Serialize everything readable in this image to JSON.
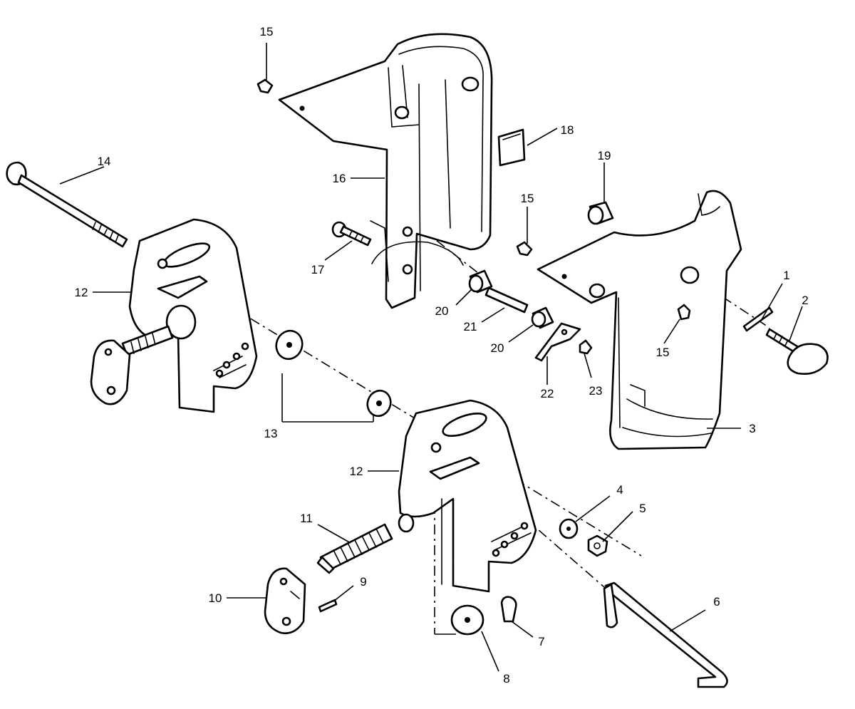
{
  "diagram": {
    "callouts": [
      "1",
      "2",
      "3",
      "4",
      "5",
      "6",
      "7",
      "8",
      "9",
      "10",
      "11",
      "12",
      "12",
      "13",
      "14",
      "15",
      "15",
      "15",
      "16",
      "17",
      "18",
      "19",
      "20",
      "20",
      "21",
      "22",
      "23"
    ]
  }
}
